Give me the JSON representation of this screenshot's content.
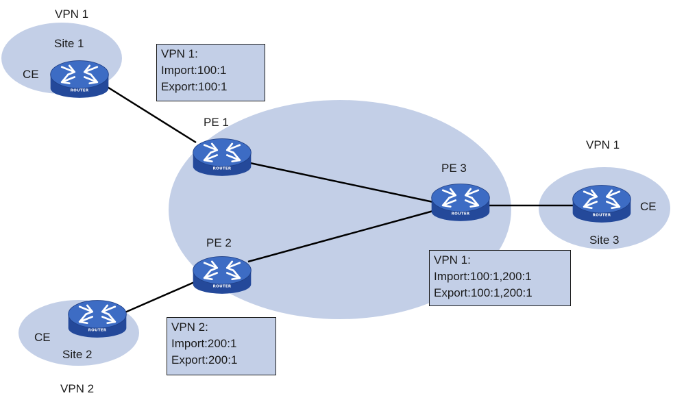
{
  "colors": {
    "region_fill": "#c3cfe7",
    "router_body": "#2b55a8",
    "router_top": "#3d6cc4",
    "link": "#000000"
  },
  "labels": {
    "vpn1_top_left": "VPN 1",
    "site1": "Site 1",
    "ce_site1": "CE",
    "pe1": "PE 1",
    "pe2": "PE 2",
    "pe3": "PE 3",
    "vpn1_right": "VPN 1",
    "ce_site3": "CE",
    "site3": "Site 3",
    "ce_site2": "CE",
    "site2": "Site 2",
    "vpn2_bottom": "VPN 2"
  },
  "router_caption": "ROUTER",
  "boxes": {
    "pe1_box": {
      "line1": "VPN 1:",
      "line2": "Import:100:1",
      "line3": "Export:100:1"
    },
    "pe3_box": {
      "line1": "VPN 1:",
      "line2": "Import:100:1,200:1",
      "line3": "Export:100:1,200:1"
    },
    "pe2_box": {
      "line1": "VPN 2:",
      "line2": "Import:200:1",
      "line3": "Export:200:1"
    }
  }
}
